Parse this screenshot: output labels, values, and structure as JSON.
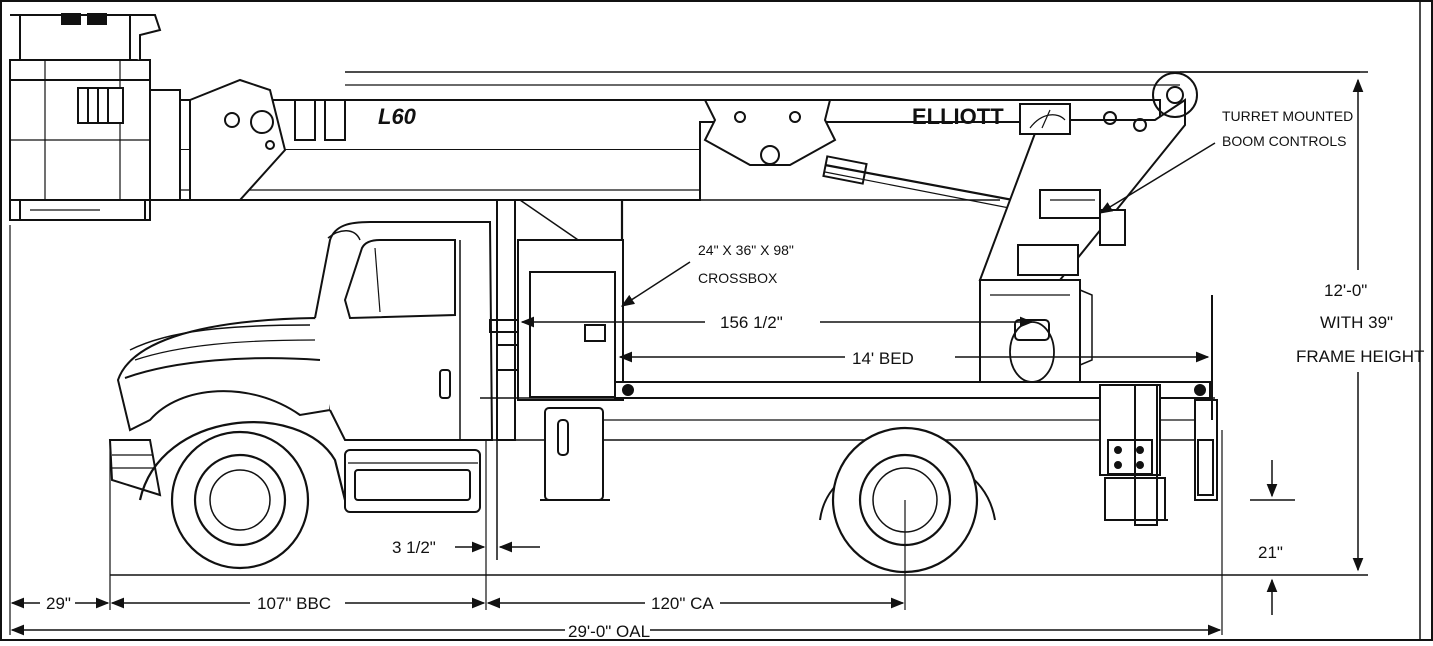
{
  "truck": {
    "model_label": "L60",
    "brand_label": "ELLIOTT"
  },
  "callouts": {
    "turret_line1": "TURRET MOUNTED",
    "turret_line2": "BOOM CONTROLS",
    "crossbox_line1": "24\" X 36\" X 98\"",
    "crossbox_line2": "CROSSBOX"
  },
  "dimensions": {
    "height_line1": "12'-0\"",
    "height_line2": "WITH 39\"",
    "height_line3": "FRAME HEIGHT",
    "boom_length": "156 1/2\"",
    "bed_length": "14' BED",
    "bumper_gap": "3 1/2\"",
    "frame_clearance": "21\"",
    "front_overhang": "29\"",
    "bbc": "107\" BBC",
    "ca": "120\" CA",
    "oal": "29'-0\" OAL"
  },
  "colors": {
    "line": "#111111",
    "background": "#ffffff"
  }
}
